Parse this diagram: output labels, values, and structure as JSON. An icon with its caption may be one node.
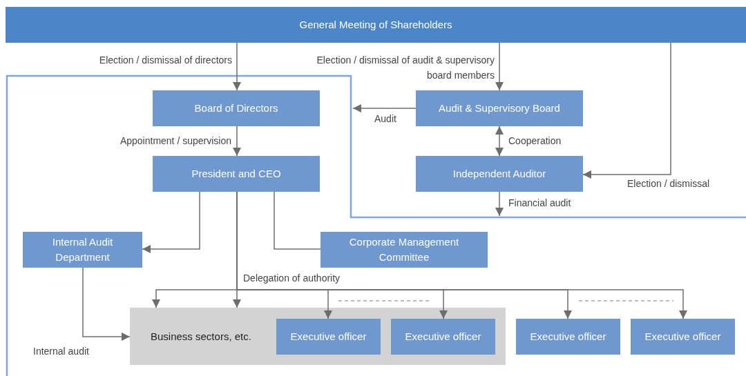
{
  "diagram": {
    "nodes": [
      {
        "text": [
          "General Meeting of Shareholders"
        ]
      },
      {
        "text": [
          "Board of Directors"
        ]
      },
      {
        "text": [
          "Audit & Supervisory Board"
        ]
      },
      {
        "text": [
          "President and CEO"
        ]
      },
      {
        "text": [
          "Independent Auditor"
        ]
      },
      {
        "text": [
          "Internal Audit Department"
        ]
      },
      {
        "text": [
          "Corporate Management Committee"
        ]
      },
      {
        "text": [
          "Business sectors, etc."
        ]
      },
      {
        "text": [
          "Executive officer"
        ],
        "in": 7
      },
      {
        "text": [
          "Executive officer"
        ],
        "in": 7
      },
      {
        "text": [
          "Executive officer"
        ]
      },
      {
        "text": [
          "Executive officer"
        ]
      }
    ],
    "edges": [
      {
        "from": 0,
        "to": 1,
        "arrow": "to",
        "label": "Election / dismissal of directors"
      },
      {
        "from": 0,
        "to": 2,
        "arrow": "to",
        "label": "Election / dismissal of audit & supervisory board members"
      },
      {
        "from": 0,
        "to": 4,
        "arrow": "to",
        "label": "Election / dismissal"
      },
      {
        "from": 1,
        "to": 3,
        "arrow": "to",
        "label": "Appointment / supervision"
      },
      {
        "from": 2,
        "to": null,
        "arrow": "to",
        "label": "Audit"
      },
      {
        "from": 2,
        "to": 4,
        "arrow": "both",
        "label": "Cooperation"
      },
      {
        "from": 4,
        "to": null,
        "arrow": "to",
        "label": "Financial audit"
      },
      {
        "from": 3,
        "to": 5,
        "arrow": "to"
      },
      {
        "from": 3,
        "to": 6,
        "arrow": "none"
      },
      {
        "from": 3,
        "to": 7,
        "arrow": "to",
        "label": "Delegation of authority"
      },
      {
        "from": 3,
        "to": 7,
        "arrow": "to"
      },
      {
        "from": 3,
        "to": 8,
        "arrow": "to"
      },
      {
        "from": 3,
        "to": 9,
        "arrow": "to"
      },
      {
        "from": 3,
        "to": 10,
        "arrow": "to"
      },
      {
        "from": 3,
        "to": 11,
        "arrow": "to"
      },
      {
        "from": 5,
        "to": 7,
        "arrow": "to",
        "label": "Internal audit"
      }
    ]
  }
}
